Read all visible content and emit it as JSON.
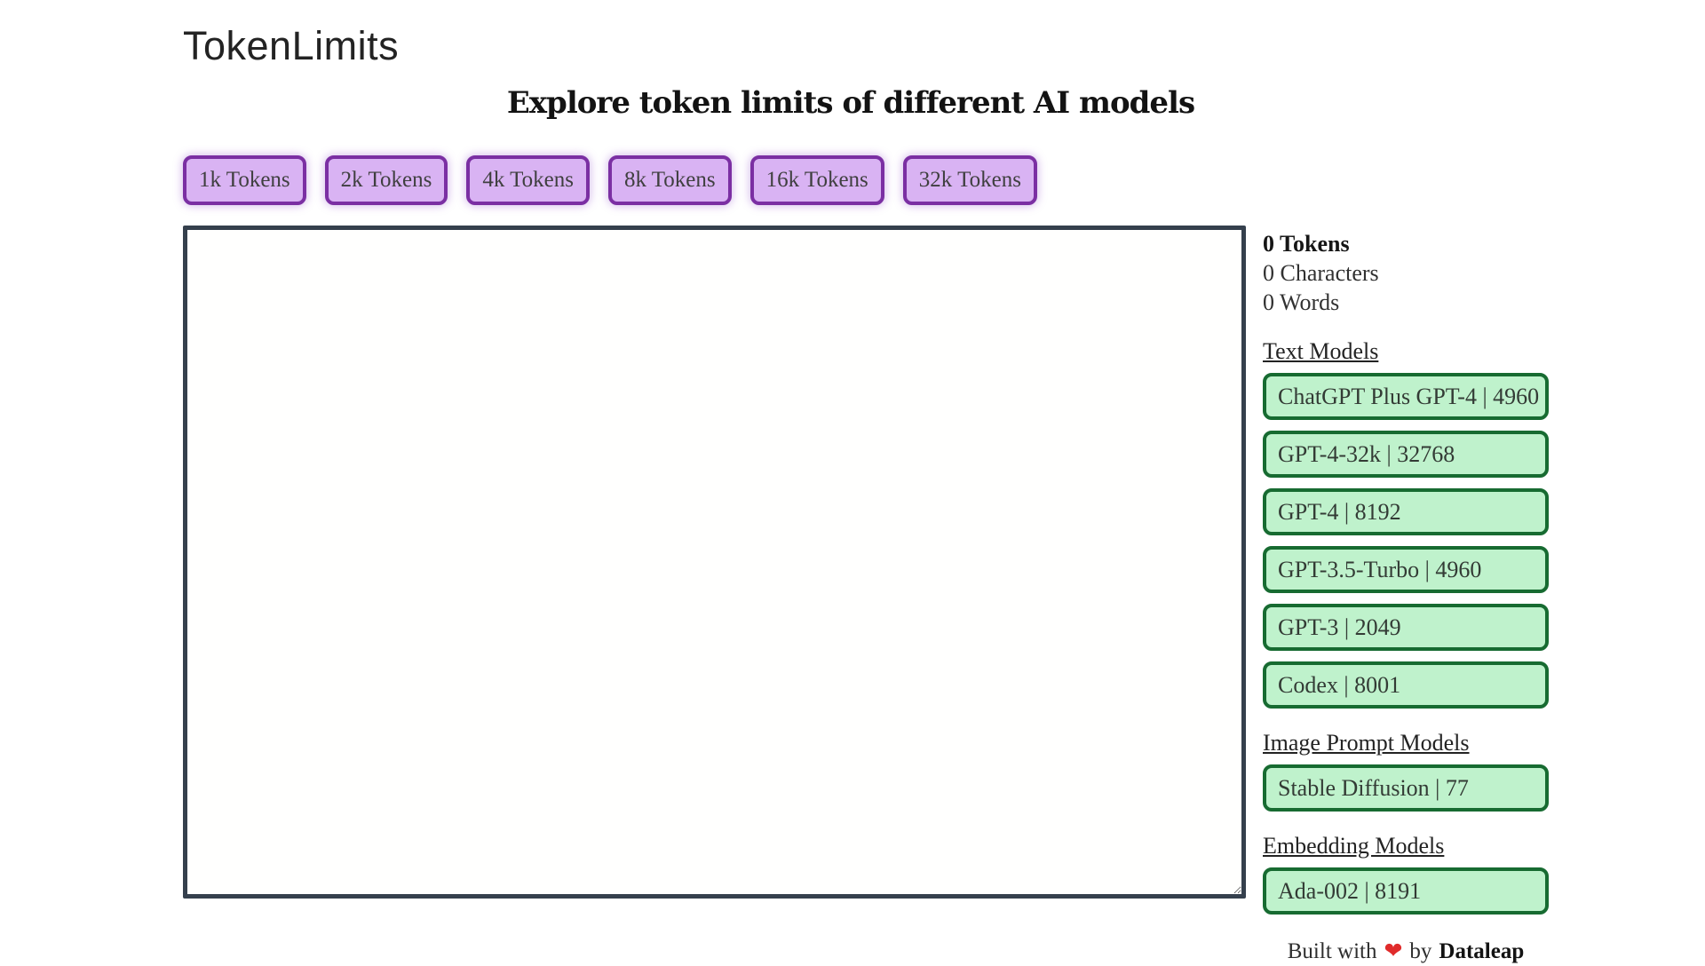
{
  "header": {
    "logo": "TokenLimits",
    "title": "Explore token limits of different AI models"
  },
  "token_buttons": [
    {
      "label": "1k Tokens"
    },
    {
      "label": "2k Tokens"
    },
    {
      "label": "4k Tokens"
    },
    {
      "label": "8k Tokens"
    },
    {
      "label": "16k Tokens"
    },
    {
      "label": "32k Tokens"
    }
  ],
  "editor": {
    "value": ""
  },
  "stats": {
    "tokens": "0 Tokens",
    "characters": "0 Characters",
    "words": "0 Words"
  },
  "model_sections": [
    {
      "title": "Text Models",
      "models": [
        {
          "label": "ChatGPT Plus GPT-4 | 4960"
        },
        {
          "label": "GPT-4-32k | 32768"
        },
        {
          "label": "GPT-4 | 8192"
        },
        {
          "label": "GPT-3.5-Turbo | 4960"
        },
        {
          "label": "GPT-3 | 2049"
        },
        {
          "label": "Codex | 8001"
        }
      ]
    },
    {
      "title": "Image Prompt Models",
      "models": [
        {
          "label": "Stable Diffusion | 77"
        }
      ]
    },
    {
      "title": "Embedding Models",
      "models": [
        {
          "label": "Ada-002 | 8191"
        }
      ]
    }
  ],
  "footer": {
    "prefix": "Built with",
    "heart": "❤",
    "connector": "by",
    "brand": "Dataleap"
  },
  "colors": {
    "button_bg": "#d9b3f3",
    "button_border": "#7b2fa3",
    "model_bg": "#bff2cc",
    "model_border": "#176b31",
    "textarea_border": "#35404d",
    "heart": "#e02b2b"
  }
}
